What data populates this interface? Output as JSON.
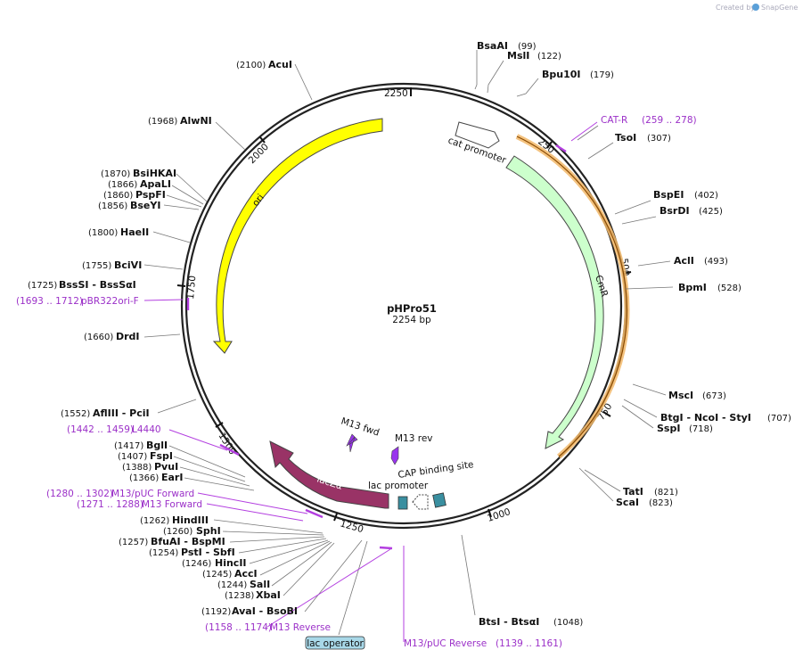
{
  "credit": {
    "prefix": "Created by",
    "brand": "SnapGene"
  },
  "plasmid": {
    "name": "pHPro51",
    "size": "2254 bp"
  },
  "ticks": [
    "250",
    "500",
    "750",
    "1000",
    "1250",
    "1500",
    "1750",
    "2000",
    "2250"
  ],
  "features": [
    {
      "name": "ori",
      "color": "#ffff00"
    },
    {
      "name": "CmR",
      "color": "#ccffcc"
    },
    {
      "name": "lacZα",
      "color": "#993366"
    },
    {
      "name": "cat promoter",
      "color": "#ffffff"
    },
    {
      "name": "lac promoter",
      "color": "#ffffff"
    },
    {
      "name": "CAP binding site",
      "color": "#3a8fa0"
    },
    {
      "name": "M13 fwd",
      "color": "#9933ee"
    },
    {
      "name": "M13 rev",
      "color": "#9933ee"
    },
    {
      "name": "lac operator",
      "color": "#a8d8e8"
    }
  ],
  "sites": [
    {
      "name": "BsaAI",
      "pos": "(99)"
    },
    {
      "name": "MslI",
      "pos": "(122)"
    },
    {
      "name": "Bpu10I",
      "pos": "(179)"
    },
    {
      "name": "TsoI",
      "pos": "(307)"
    },
    {
      "name": "BspEI",
      "pos": "(402)"
    },
    {
      "name": "BsrDI",
      "pos": "(425)"
    },
    {
      "name": "AclI",
      "pos": "(493)"
    },
    {
      "name": "BpmI",
      "pos": "(528)"
    },
    {
      "name": "MscI",
      "pos": "(673)"
    },
    {
      "name": "BtgI   - NcoI   - StyI",
      "pos": "(707)"
    },
    {
      "name": "SspI",
      "pos": "(718)"
    },
    {
      "name": "TatI",
      "pos": "(821)"
    },
    {
      "name": "ScaI",
      "pos": "(823)"
    },
    {
      "name": "BtsI   - BtsαI",
      "pos": "(1048)"
    },
    {
      "name": "AvaI   - BsoBI",
      "pos": "(1192)"
    },
    {
      "name": "XbaI",
      "pos": "(1238)"
    },
    {
      "name": "SalI",
      "pos": "(1244)"
    },
    {
      "name": "AccI",
      "pos": "(1245)"
    },
    {
      "name": "HincII",
      "pos": "(1246)"
    },
    {
      "name": "PstI   - SbfI",
      "pos": "(1254)"
    },
    {
      "name": "BfuAI   - BspMI",
      "pos": "(1257)"
    },
    {
      "name": "SphI",
      "pos": "(1260)"
    },
    {
      "name": "HindIII",
      "pos": "(1262)"
    },
    {
      "name": "EarI",
      "pos": "(1366)"
    },
    {
      "name": "PvuI",
      "pos": "(1388)"
    },
    {
      "name": "FspI",
      "pos": "(1407)"
    },
    {
      "name": "BglI",
      "pos": "(1417)"
    },
    {
      "name": "AflIII   - PciI",
      "pos": "(1552)"
    },
    {
      "name": "DrdI",
      "pos": "(1660)"
    },
    {
      "name": "BssSI   - BssSαI",
      "pos": "(1725)"
    },
    {
      "name": "BciVI",
      "pos": "(1755)"
    },
    {
      "name": "HaeII",
      "pos": "(1800)"
    },
    {
      "name": "BseYI",
      "pos": "(1856)"
    },
    {
      "name": "PspFI",
      "pos": "(1860)"
    },
    {
      "name": "ApaLI",
      "pos": "(1866)"
    },
    {
      "name": "BsiHKAI",
      "pos": "(1870)"
    },
    {
      "name": "AlwNI",
      "pos": "(1968)"
    },
    {
      "name": "AcuI",
      "pos": "(2100)"
    }
  ],
  "primers": [
    {
      "name": "CAT-R",
      "range": "(259 .. 278)"
    },
    {
      "name": "pBR322ori-F",
      "range": "(1693 .. 1712)"
    },
    {
      "name": "L4440",
      "range": "(1442 .. 1459)"
    },
    {
      "name": "M13/pUC Forward",
      "range": "(1280 .. 1302)"
    },
    {
      "name": "M13 Forward",
      "range": "(1271 .. 1288)"
    },
    {
      "name": "M13 Reverse",
      "range": "(1158 .. 1174)"
    },
    {
      "name": "M13/pUC Reverse",
      "range": "(1139 .. 1161)"
    }
  ]
}
